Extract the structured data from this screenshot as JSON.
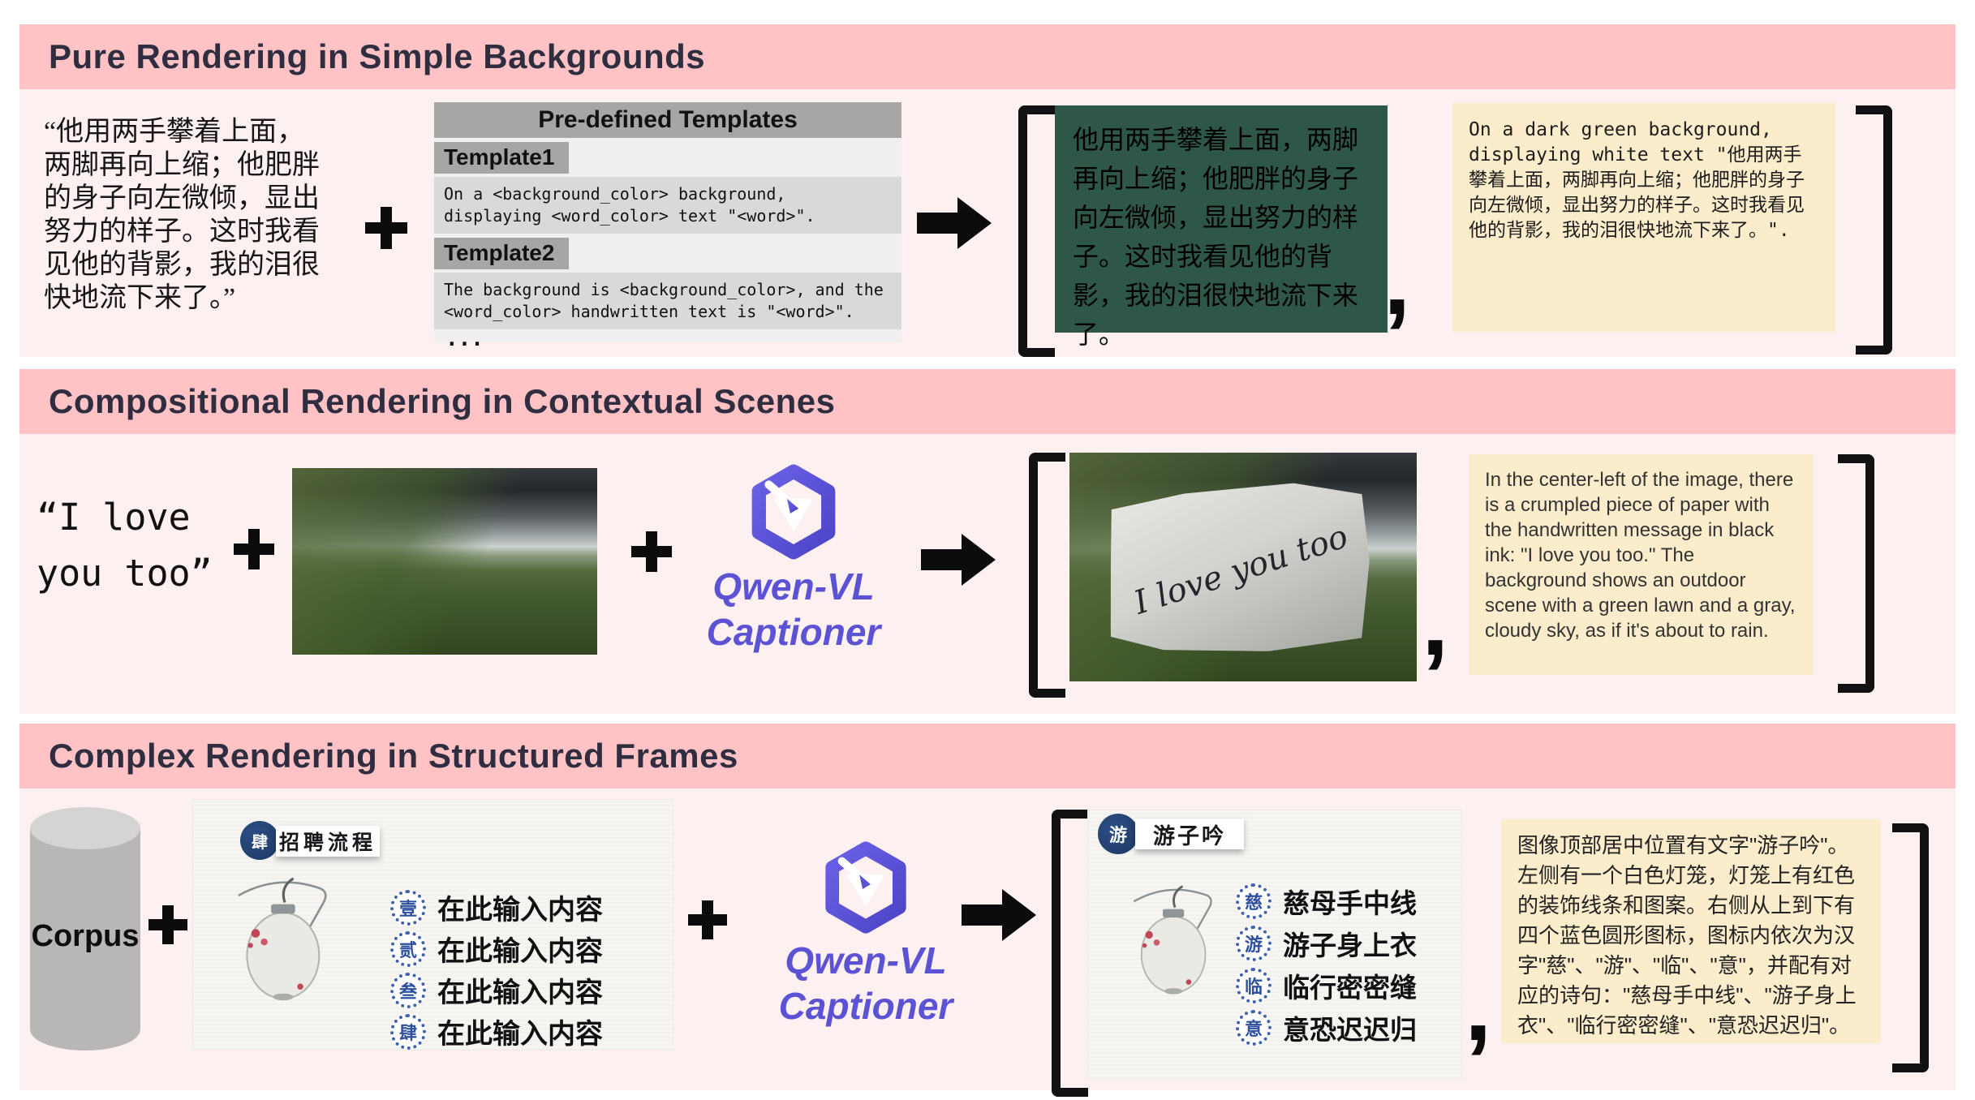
{
  "colors": {
    "header_pink": "#ffc2c5",
    "section_bg": "#fdf0f1",
    "caption_yellow": "#fbeccb",
    "chalk_green": "#2f5748",
    "qwen_purple": "#5b52d4",
    "tmpl_gray": "#a8a6a4",
    "tmpl_row_gray": "#d9d9d9",
    "icon_blue": "#3f62b0",
    "badge_navy": "#1d3a66",
    "title_ink": "#2f2e40"
  },
  "s1": {
    "title": "Pure Rendering in Simple Backgrounds",
    "quote": "“他用两手攀着上面，\n两脚再向上缩；他肥胖\n的身子向左微倾，显出\n努力的样子。这时我看\n见他的背影，我的泪很\n快地流下来了。”",
    "templates": {
      "header": "Pre-defined Templates",
      "items": [
        {
          "label": "Template1",
          "text": "On a <background_color> background,\ndisplaying <word_color> text \"<word>\"."
        },
        {
          "label": "Template2",
          "text": "The background is <background_color>, and the\n<word_color> handwritten text is \"<word>\"."
        }
      ],
      "ellipsis": "..."
    },
    "chalkboard_text": "他用两手攀着上面，两脚再向上缩；他肥胖的身子向左微倾，显出努力的样子。这时我看见他的背影，我的泪很快地流下来了。",
    "comma": ",",
    "caption": "On a dark green background, displaying white text \"他用两手攀着上面，两脚再向上缩；他肥胖的身子向左微倾，显出努力的样子。这时我看见他的背影，我的泪很快地流下来了。\"."
  },
  "s2": {
    "title": "Compositional Rendering in Contextual Scenes",
    "quote": "“I love\nyou too”",
    "model": {
      "line1": "Qwen-VL",
      "line2": "Captioner"
    },
    "paper_text": "I love you too",
    "comma": ",",
    "caption": "In the center-left of the image, there is a crumpled piece of paper with the handwritten message in black ink: \"I love you too.\" The background shows an outdoor scene with a green lawn and a gray, cloudy sky, as if it's about to rain."
  },
  "s3": {
    "title": "Complex Rendering in Structured Frames",
    "corpus_label": "Corpus",
    "template_image": {
      "badge_char": "肆",
      "title": "招聘流程",
      "rows": [
        {
          "icon_char": "壹",
          "text": "在此输入内容"
        },
        {
          "icon_char": "贰",
          "text": "在此输入内容"
        },
        {
          "icon_char": "叁",
          "text": "在此输入内容"
        },
        {
          "icon_char": "肆",
          "text": "在此输入内容"
        }
      ]
    },
    "model": {
      "line1": "Qwen-VL",
      "line2": "Captioner"
    },
    "output_image": {
      "badge_char": "游",
      "title": "游子吟",
      "rows": [
        {
          "icon_char": "慈",
          "text": "慈母手中线"
        },
        {
          "icon_char": "游",
          "text": "游子身上衣"
        },
        {
          "icon_char": "临",
          "text": "临行密密缝"
        },
        {
          "icon_char": "意",
          "text": "意恐迟迟归"
        }
      ]
    },
    "comma": ",",
    "caption": "图像顶部居中位置有文字\"游子吟\"。左侧有一个白色灯笼，灯笼上有红色的装饰线条和图案。右侧从上到下有四个蓝色圆形图标，图标内依次为汉字\"慈\"、\"游\"、\"临\"、\"意\"，并配有对应的诗句：\"慈母手中线\"、\"游子身上衣\"、\"临行密密缝\"、\"意恐迟迟归\"。"
  }
}
